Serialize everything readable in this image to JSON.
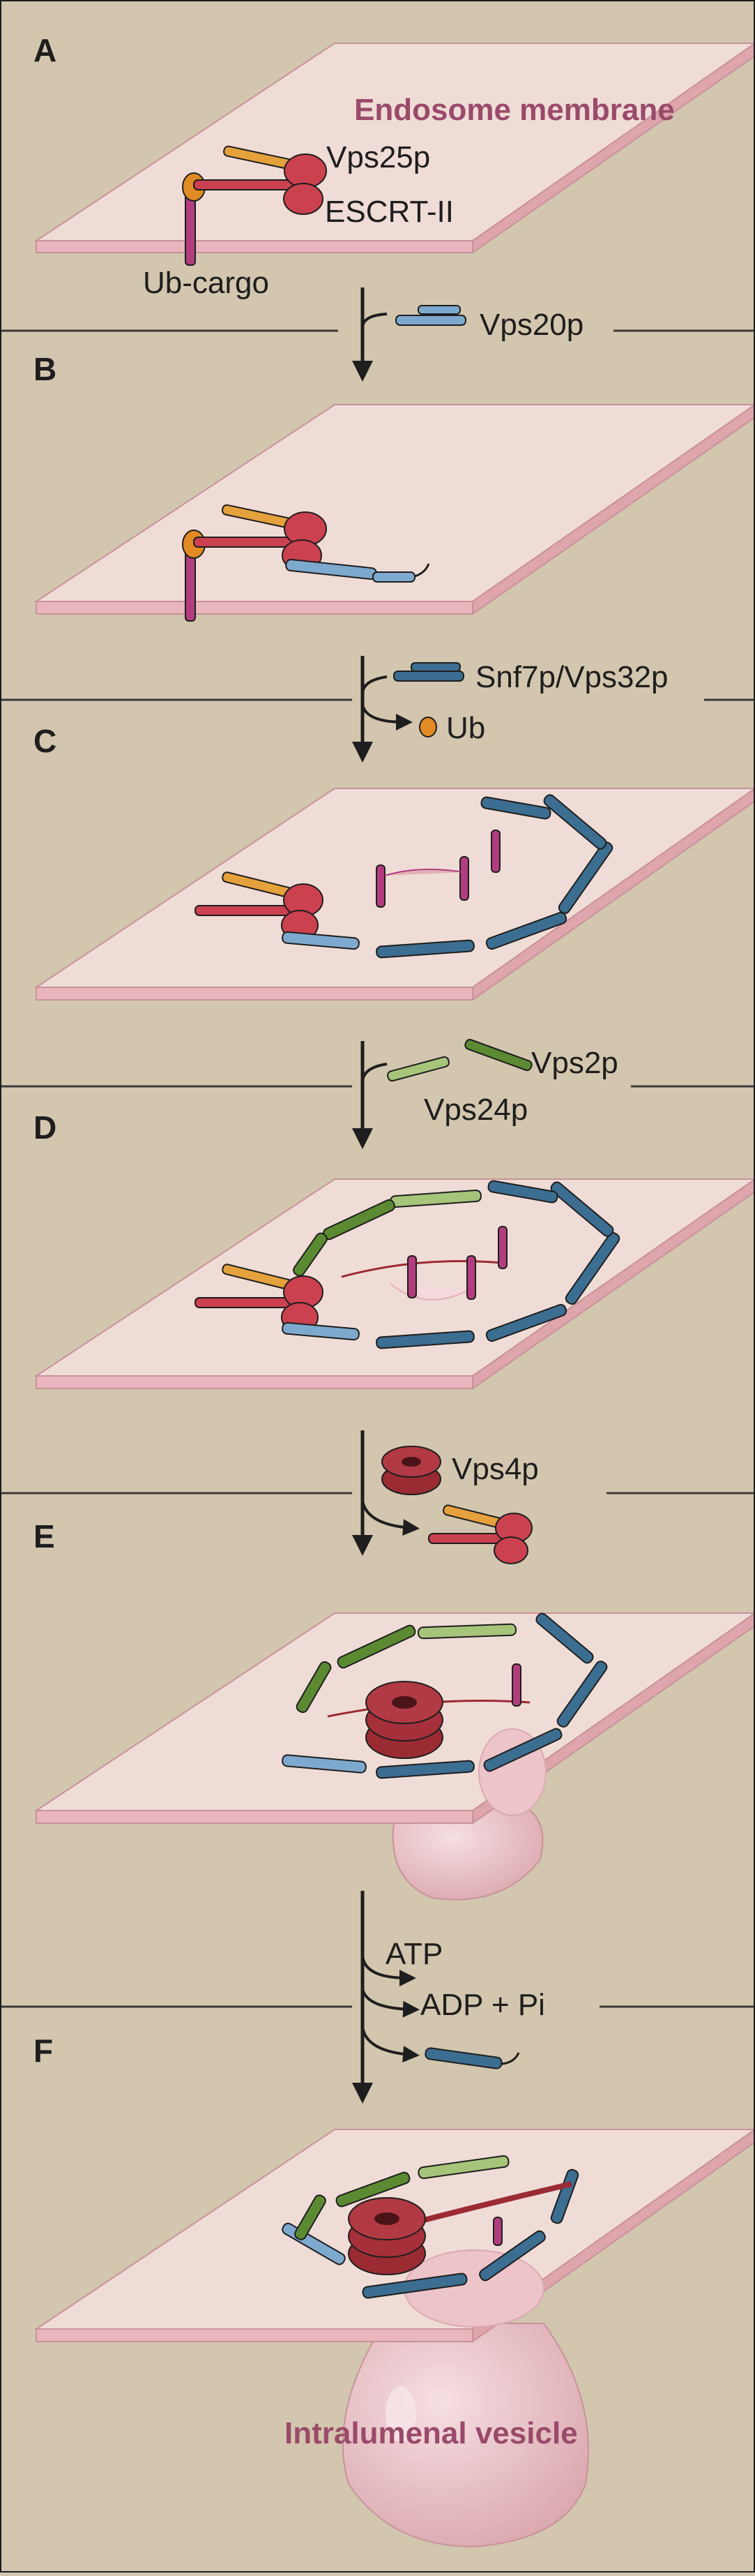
{
  "colors": {
    "background": "#d3c6ae",
    "membrane_top": "#f0dcd6",
    "membrane_edge": "#dfa5ad",
    "membrane_highlight": "#e9b6bd",
    "escrt_ii": "#cc4150",
    "vps25p": "#e4a13c",
    "ub": "#e18a24",
    "cargo": "#b23d7e",
    "vps20p": "#7ea9ce",
    "snf7p": "#3c6e91",
    "vps2p": "#5b8a32",
    "vps24p": "#a6c57a",
    "vps4p": "#9b2b33",
    "vesicle": "#e7bcc1",
    "label_membrane": "#9a4a6a",
    "outline": "#1e1e1e"
  },
  "panels": [
    {
      "letter": "A"
    },
    {
      "letter": "B"
    },
    {
      "letter": "C"
    },
    {
      "letter": "D"
    },
    {
      "letter": "E"
    },
    {
      "letter": "F"
    }
  ],
  "labels": {
    "membrane": "Endosome membrane",
    "vps25p": "Vps25p",
    "escrt_ii": "ESCRT-II",
    "ub_cargo": "Ub-cargo",
    "vps20p": "Vps20p",
    "snf7p": "Snf7p/Vps32p",
    "ub": "Ub",
    "vps2p": "Vps2p",
    "vps24p": "Vps24p",
    "vps4p": "Vps4p",
    "atp": "ATP",
    "adp": "ADP + Pi",
    "vesicle": "Intralumenal vesicle"
  },
  "icons": [
    "down-arrow-icon",
    "curved-branch-arrow-icon"
  ]
}
